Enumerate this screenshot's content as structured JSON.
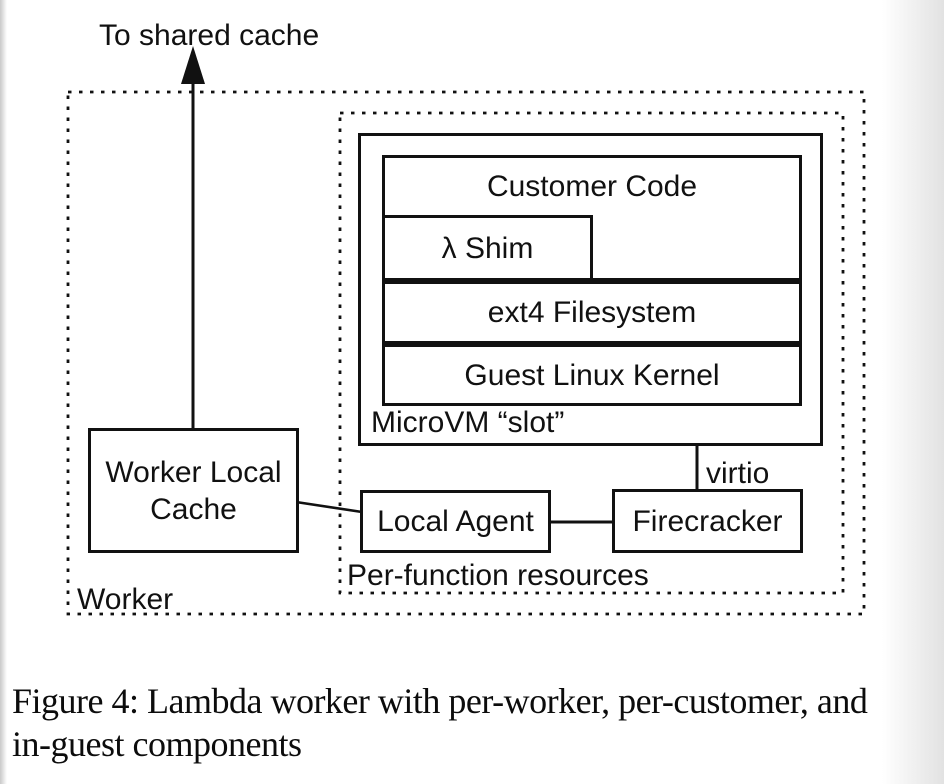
{
  "diagram": {
    "shared_cache_label": "To shared cache",
    "worker_group_label": "Worker",
    "per_function_group_label": "Per-function resources",
    "microvm_slot_label": "MicroVM “slot”",
    "layers": {
      "customer_code": "Customer Code",
      "lambda_shim": "λ Shim",
      "ext4_filesystem": "ext4 Filesystem",
      "guest_kernel": "Guest Linux Kernel"
    },
    "worker_local_cache_label": "Worker Local Cache",
    "local_agent_label": "Local Agent",
    "firecracker_label": "Firecracker",
    "virtio_label": "virtio"
  },
  "caption": {
    "line1": "Figure 4: Lambda worker with per-worker, per-customer, and",
    "line2": "in-guest components"
  },
  "colors": {
    "line": "#111111",
    "background": "#ffffff"
  }
}
